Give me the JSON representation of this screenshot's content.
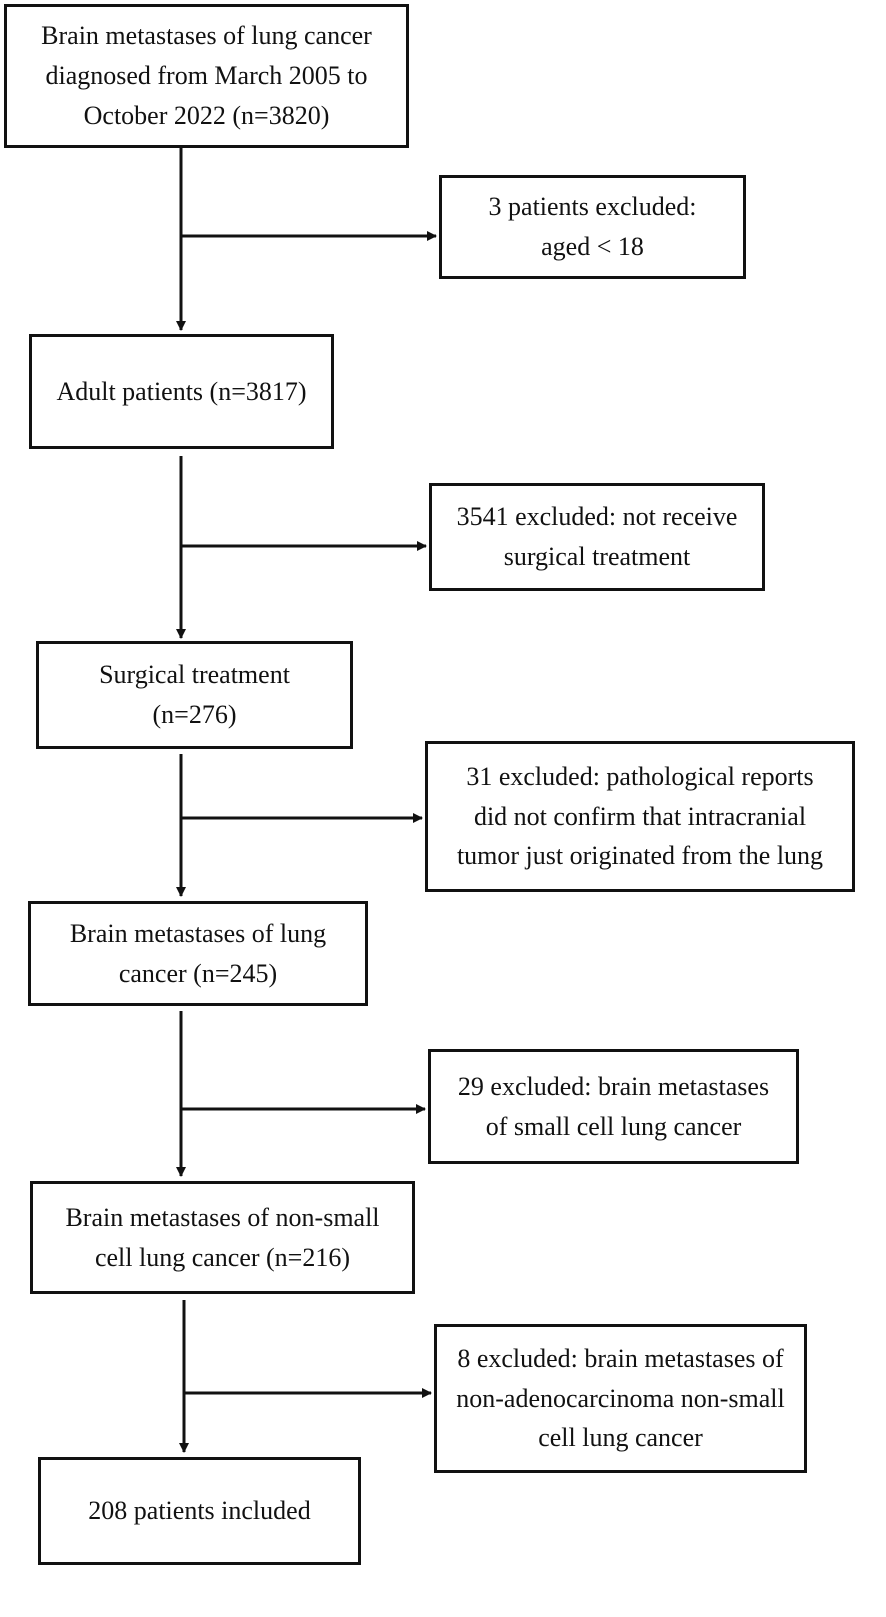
{
  "flow": {
    "steps": [
      {
        "id": "s1",
        "text": "Brain metastases of lung cancer\ndiagnosed from March 2005 to\nOctober 2022 (n=3820)"
      },
      {
        "id": "s2",
        "text": "Adult patients (n=3817)"
      },
      {
        "id": "s3",
        "text": "Surgical treatment\n(n=276)"
      },
      {
        "id": "s4",
        "text": "Brain metastases of lung\ncancer (n=245)"
      },
      {
        "id": "s5",
        "text": "Brain metastases of non-small\ncell lung cancer (n=216)"
      },
      {
        "id": "s6",
        "text": "208 patients included"
      }
    ],
    "exclusions": [
      {
        "id": "e1",
        "text": "3 patients excluded:\naged < 18"
      },
      {
        "id": "e2",
        "text": "3541 excluded: not receive\nsurgical treatment"
      },
      {
        "id": "e3",
        "text": "31 excluded: pathological reports\ndid not confirm that intracranial\ntumor just originated from the lung"
      },
      {
        "id": "e4",
        "text": "29 excluded: brain metastases\nof small cell lung cancer"
      },
      {
        "id": "e5",
        "text": "8 excluded: brain metastases of\nnon-adenocarcinoma non-small\ncell lung cancer"
      }
    ]
  }
}
